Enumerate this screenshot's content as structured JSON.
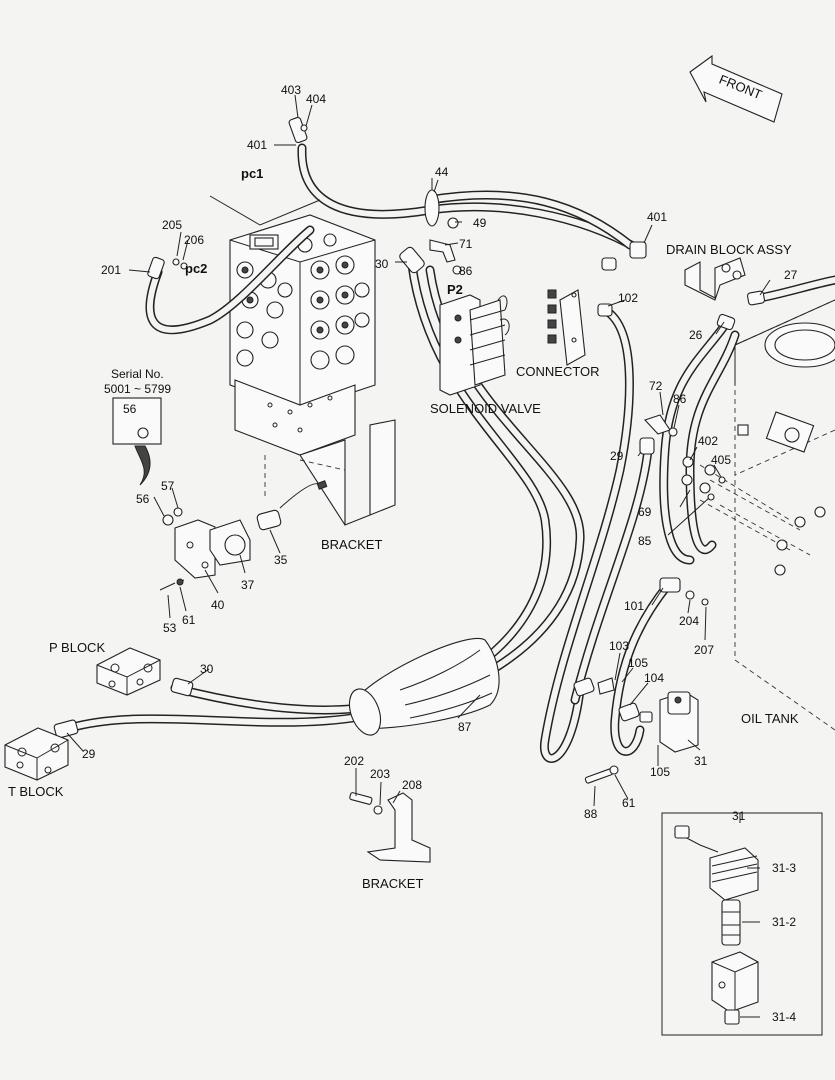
{
  "callouts": {
    "n403": "403",
    "n404": "404",
    "n401a": "401",
    "pc1": "pc1",
    "n44": "44",
    "n49": "49",
    "n401b": "401",
    "drain_block": "DRAIN BLOCK ASSY",
    "n27": "27",
    "n205": "205",
    "n206": "206",
    "pc2": "pc2",
    "n201": "201",
    "n30a": "30",
    "n71": "71",
    "n86a": "86",
    "p2": "P2",
    "n102": "102",
    "n26": "26",
    "connector": "CONNECTOR",
    "solenoid_valve": "SOLENOID VALVE",
    "serial_label": "Serial No.",
    "serial_range": "5001 ~ 5799",
    "n56box": "56",
    "n72": "72",
    "n86b": "86",
    "n402": "402",
    "n405": "405",
    "n29a": "29",
    "n69": "69",
    "n85": "85",
    "n56": "56",
    "n57": "57",
    "bracket1": "BRACKET",
    "n35": "35",
    "n37": "37",
    "n40": "40",
    "n61a": "61",
    "n53": "53",
    "n101": "101",
    "n204": "204",
    "n207": "207",
    "p_block": "P BLOCK",
    "n30b": "30",
    "n103": "103",
    "n105a": "105",
    "n104": "104",
    "oil_tank": "OIL TANK",
    "n87": "87",
    "n29b": "29",
    "n105b": "105",
    "n31": "31",
    "t_block": "T BLOCK",
    "n202": "202",
    "n203": "203",
    "n208": "208",
    "n88": "88",
    "n61b": "61",
    "bracket2": "BRACKET",
    "n31box": "31",
    "n31_3": "31-3",
    "n31_2": "31-2",
    "n31_4": "31-4",
    "front": "FRONT"
  }
}
